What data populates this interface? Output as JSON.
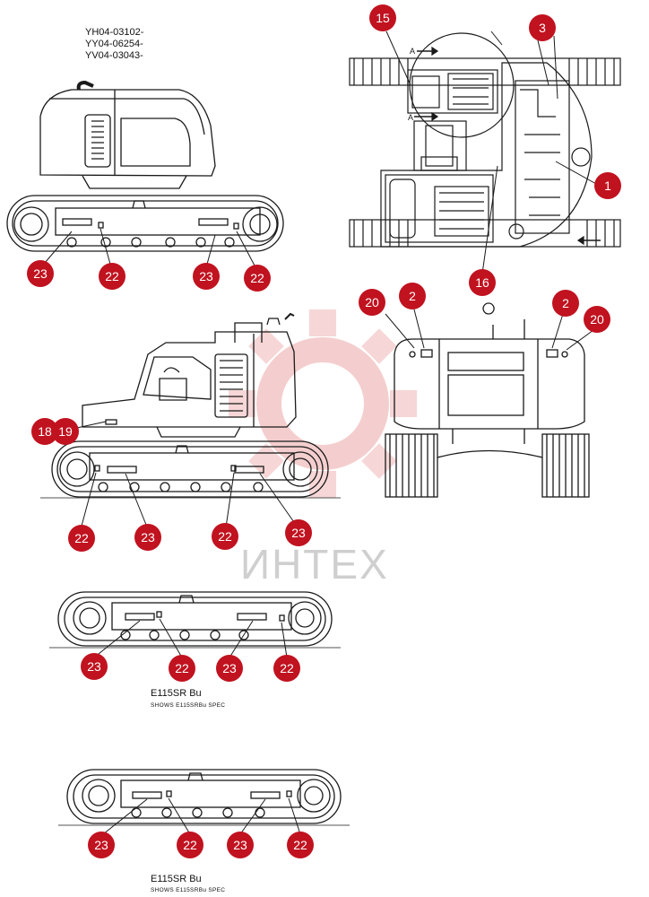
{
  "serials": [
    "YH04-03102-",
    "YY04-06254-",
    "YV04-03043-"
  ],
  "watermark": "ИНТЕХ",
  "captions": [
    {
      "title": "E115SR Bu",
      "sub": "SHOWS   E115SRBu   SPEC"
    },
    {
      "title": "E115SR Bu",
      "sub": "SHOWS   E115SRBu   SPEC"
    }
  ],
  "callouts": {
    "c15": "15",
    "c3": "3",
    "c1": "1",
    "c16": "16",
    "c23a": "23",
    "c22a": "22",
    "c23b": "23",
    "c22b": "22",
    "c20a": "20",
    "c2a": "2",
    "c2b": "2",
    "c20b": "20",
    "c18": "18",
    "c19": "19",
    "c22c": "22",
    "c23c": "23",
    "c22d": "22",
    "c23d": "23",
    "c23e": "23",
    "c22e": "22",
    "c23f": "23",
    "c22f": "22",
    "c23g": "23",
    "c22g": "22",
    "c23h": "23",
    "c22h": "22"
  },
  "colors": {
    "callout": "#c1121f",
    "line": "#1a1a1a",
    "watermark_gear": "#f3c9c9"
  }
}
